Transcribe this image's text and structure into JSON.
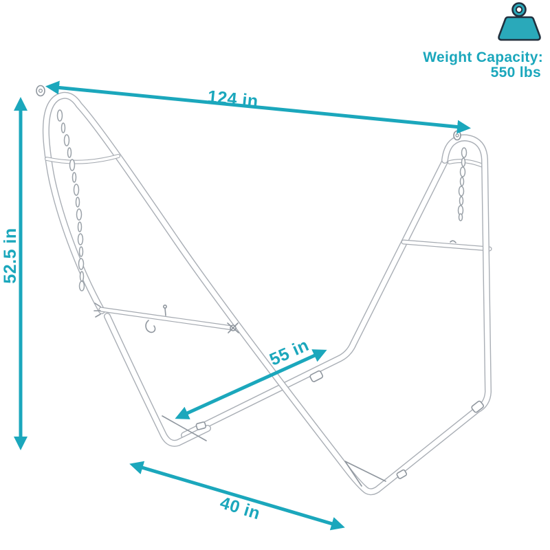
{
  "diagram": {
    "subject": "universal-hammock-stand",
    "dimensions": {
      "overall_length": "124 in",
      "height": "52.5 in",
      "base_length": "55 in",
      "base_width": "40 in"
    },
    "weight_capacity": {
      "label": "Weight Capacity:",
      "value": "550 lbs",
      "icon": "weight-icon"
    },
    "colors": {
      "accent_teal": "#1BA7BC",
      "icon_fill": "#2AA9BA",
      "icon_outline": "#22303E",
      "sketch_line": "#A9AEB5",
      "background": "#FFFFFF"
    }
  }
}
